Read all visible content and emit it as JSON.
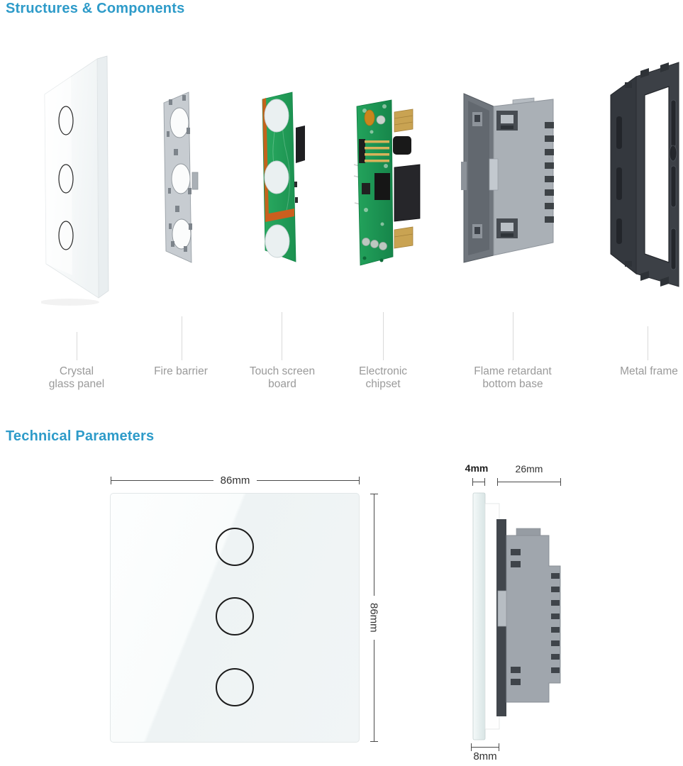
{
  "structures_section": {
    "title": "Structures & Components",
    "components": [
      {
        "name": "crystal-glass-panel",
        "line1": "Crystal",
        "line2": "glass panel"
      },
      {
        "name": "fire-barrier",
        "line1": "Fire barrier",
        "line2": ""
      },
      {
        "name": "touch-screen-board",
        "line1": "Touch screen",
        "line2": "board"
      },
      {
        "name": "electronic-chipset",
        "line1": "Electronic",
        "line2": "chipset"
      },
      {
        "name": "flame-retardant-base",
        "line1": "Flame retardant",
        "line2": "bottom base"
      },
      {
        "name": "metal-frame",
        "line1": "Metal frame",
        "line2": ""
      }
    ]
  },
  "parameters_section": {
    "title": "Technical Parameters",
    "front_view": {
      "width": "86mm",
      "height": "86mm",
      "touch_buttons": 3
    },
    "side_view": {
      "glass": "4mm",
      "depth": "26mm",
      "thickness": "8mm"
    }
  },
  "colors": {
    "heading": "#2e9bc9",
    "label": "#9a9a9a",
    "dimension": "#333333",
    "pcb_green": "#1f9b55",
    "base_gray": "#a8aeb4",
    "frame_dark": "#3c4046"
  }
}
